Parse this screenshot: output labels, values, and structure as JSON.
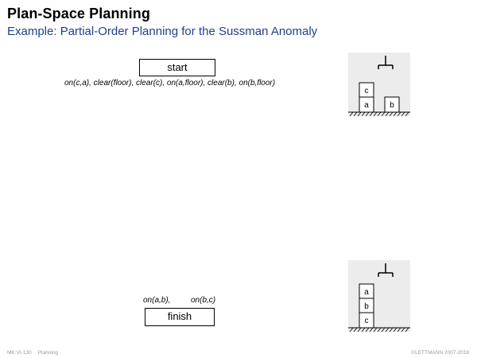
{
  "header": {
    "title": "Plan-Space Planning",
    "subtitle": "Example: Partial-Order Planning for the Sussman Anomaly"
  },
  "plan": {
    "start_label": "start",
    "start_effects": "on(c,a), clear(floor), clear(c), on(a,floor), clear(b), on(b,floor)",
    "finish_label": "finish",
    "finish_precondition_1": "on(a,b),",
    "finish_precondition_2": "on(b,c)"
  },
  "initial_state": {
    "blocks": [
      "c",
      "a",
      "b"
    ]
  },
  "goal_state": {
    "blocks": [
      "a",
      "b",
      "c"
    ]
  },
  "footer": {
    "slide_id": "MK:VI-130",
    "section": "Planning",
    "copyright": "©LETTMANN 2007-2018"
  }
}
